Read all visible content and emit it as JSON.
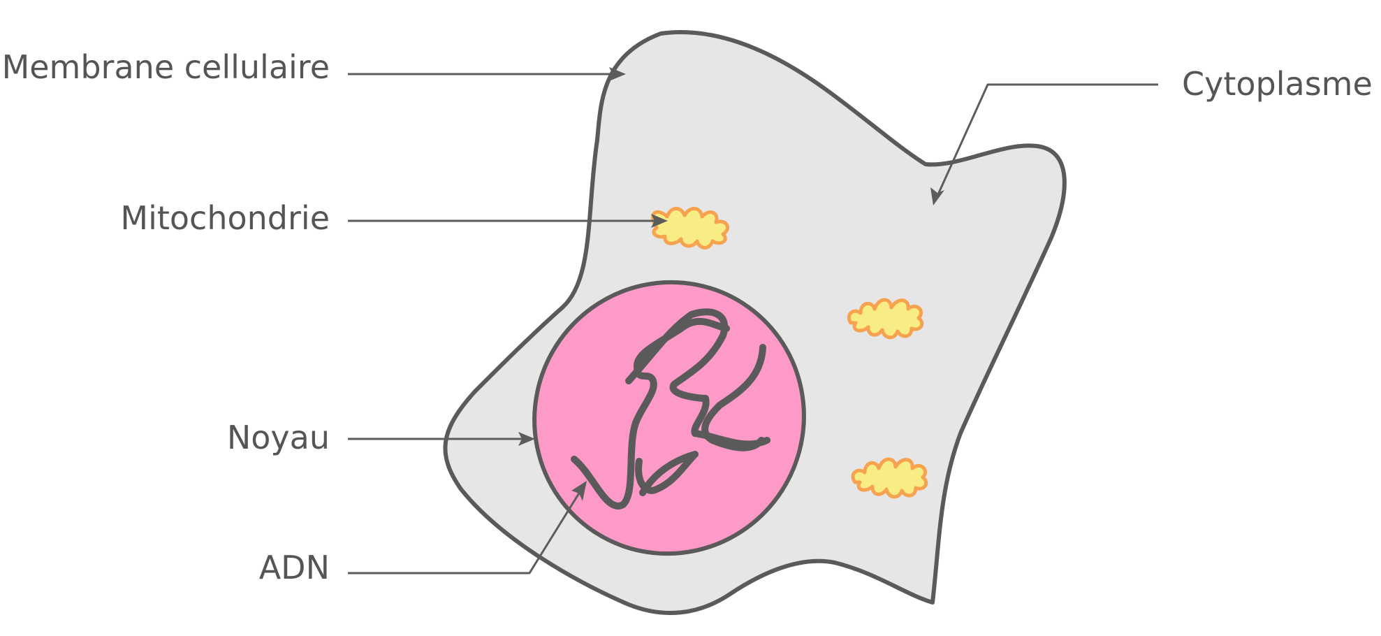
{
  "diagram": {
    "labels": {
      "membrane": "Membrane cellulaire",
      "cytoplasm": "Cytoplasme",
      "mitochondria": "Mitochondrie",
      "nucleus": "Noyau",
      "dna": "ADN"
    },
    "colors": {
      "cytoplasm_fill": "#e6e6e6",
      "outline": "#5a5a5a",
      "nucleus_fill": "#fd9ac8",
      "mitochondria_fill": "#f8ec85",
      "mitochondria_outline": "#f7a24e",
      "text": "#555555",
      "leader_line": "#5c5c5c"
    }
  }
}
